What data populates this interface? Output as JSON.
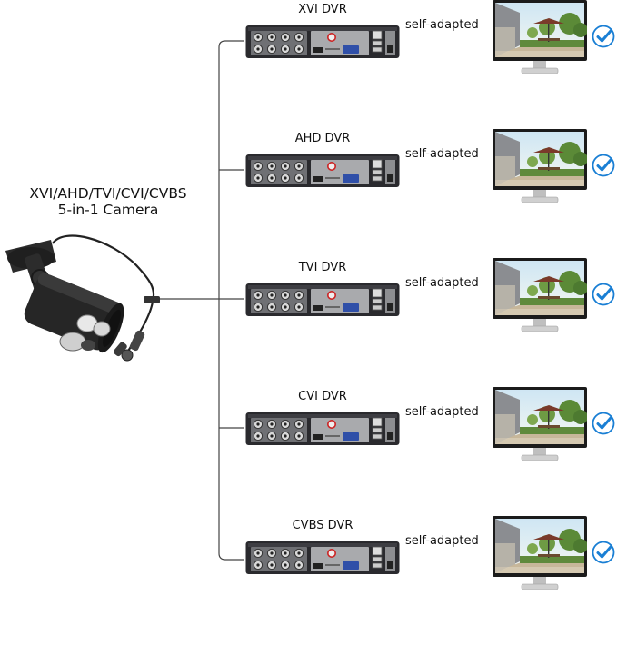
{
  "camera": {
    "title_line1": "XVI/AHD/TVI/CVI/CVBS",
    "title_line2": "5-in-1 Camera"
  },
  "rows": [
    {
      "dvr_label": "XVI DVR",
      "adapt_label": "self-adapted"
    },
    {
      "dvr_label": "AHD DVR",
      "adapt_label": "self-adapted"
    },
    {
      "dvr_label": "TVI DVR",
      "adapt_label": "self-adapted"
    },
    {
      "dvr_label": "CVI DVR",
      "adapt_label": "self-adapted"
    },
    {
      "dvr_label": "CVBS DVR",
      "adapt_label": "self-adapted"
    }
  ],
  "colors": {
    "connector_line": "#444444",
    "dvr_body": "#2a2a2e",
    "dvr_panel": "#a9aaad",
    "monitor_bezel": "#1b1b1b",
    "check_blue": "#1a7fd4",
    "camera_body": "#262626"
  },
  "icons": {
    "camera": "bullet-camera-icon",
    "dvr": "dvr-recorder-icon",
    "monitor": "monitor-icon",
    "check": "check-circle-icon"
  }
}
